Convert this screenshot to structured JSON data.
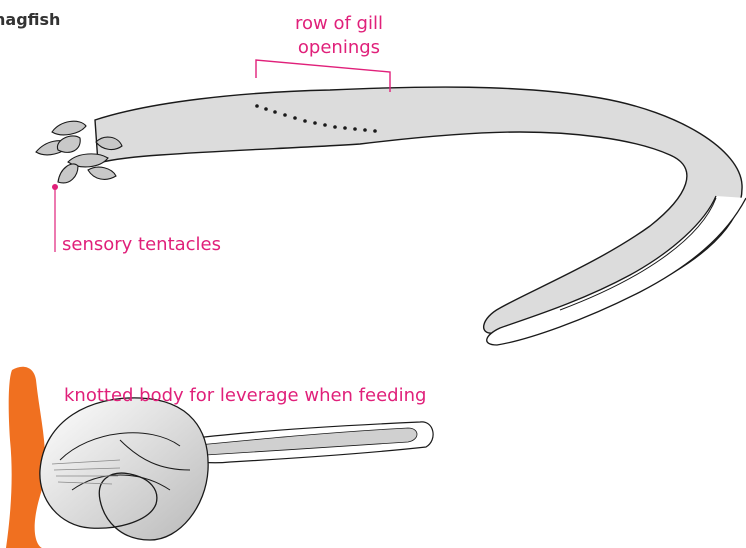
{
  "title": "hagfish",
  "colors": {
    "label": "#e0207a",
    "body_fill": "#dcdcdc",
    "outline": "#1a1a1a",
    "prey": "#f07020"
  },
  "labels": {
    "gill_openings": "row of gill openings",
    "tentacles": "sensory tentacles",
    "knotted": "knotted body for leverage when feeding"
  }
}
